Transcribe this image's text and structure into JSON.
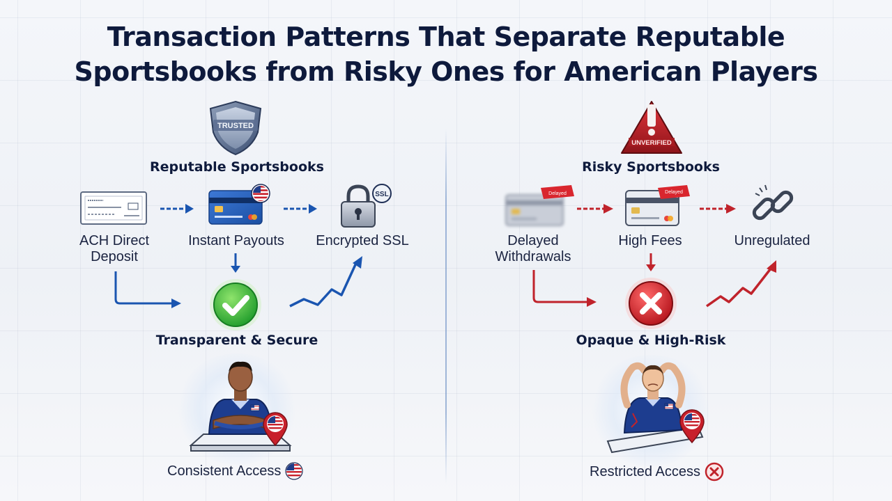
{
  "title_line1": "Transaction Patterns That Separate Reputable",
  "title_line2": "Sportsbooks from Risky Ones for American Players",
  "left": {
    "badge_text": "TRUSTED",
    "heading": "Reputable Sportsbooks",
    "items": [
      {
        "label_line1": "ACH Direct",
        "label_line2": "Deposit",
        "icon": "check-icon"
      },
      {
        "label_line1": "Instant Payouts",
        "label_line2": "",
        "icon": "credit-card-icon"
      },
      {
        "label_line1": "Encrypted SSL",
        "label_line2": "",
        "icon": "padlock-icon"
      }
    ],
    "lock_badge": "SSL",
    "outcome": "Transparent & Secure",
    "access": "Consistent Access",
    "accent": "#1a55b0",
    "success": "#2fb52f"
  },
  "right": {
    "badge_text": "UNVERIFIED",
    "heading": "Risky Sportsbooks",
    "items": [
      {
        "label_line1": "Delayed",
        "label_line2": "Withdrawals",
        "icon": "blurred-card-icon"
      },
      {
        "label_line1": "High Fees",
        "label_line2": "",
        "icon": "credit-card-icon"
      },
      {
        "label_line1": "Unregulated",
        "label_line2": "",
        "icon": "broken-chain-icon"
      }
    ],
    "tag_text": "Delayed",
    "outcome": "Opaque & High-Risk",
    "access": "Restricted Access",
    "accent": "#c0232b",
    "danger": "#e0262e"
  }
}
